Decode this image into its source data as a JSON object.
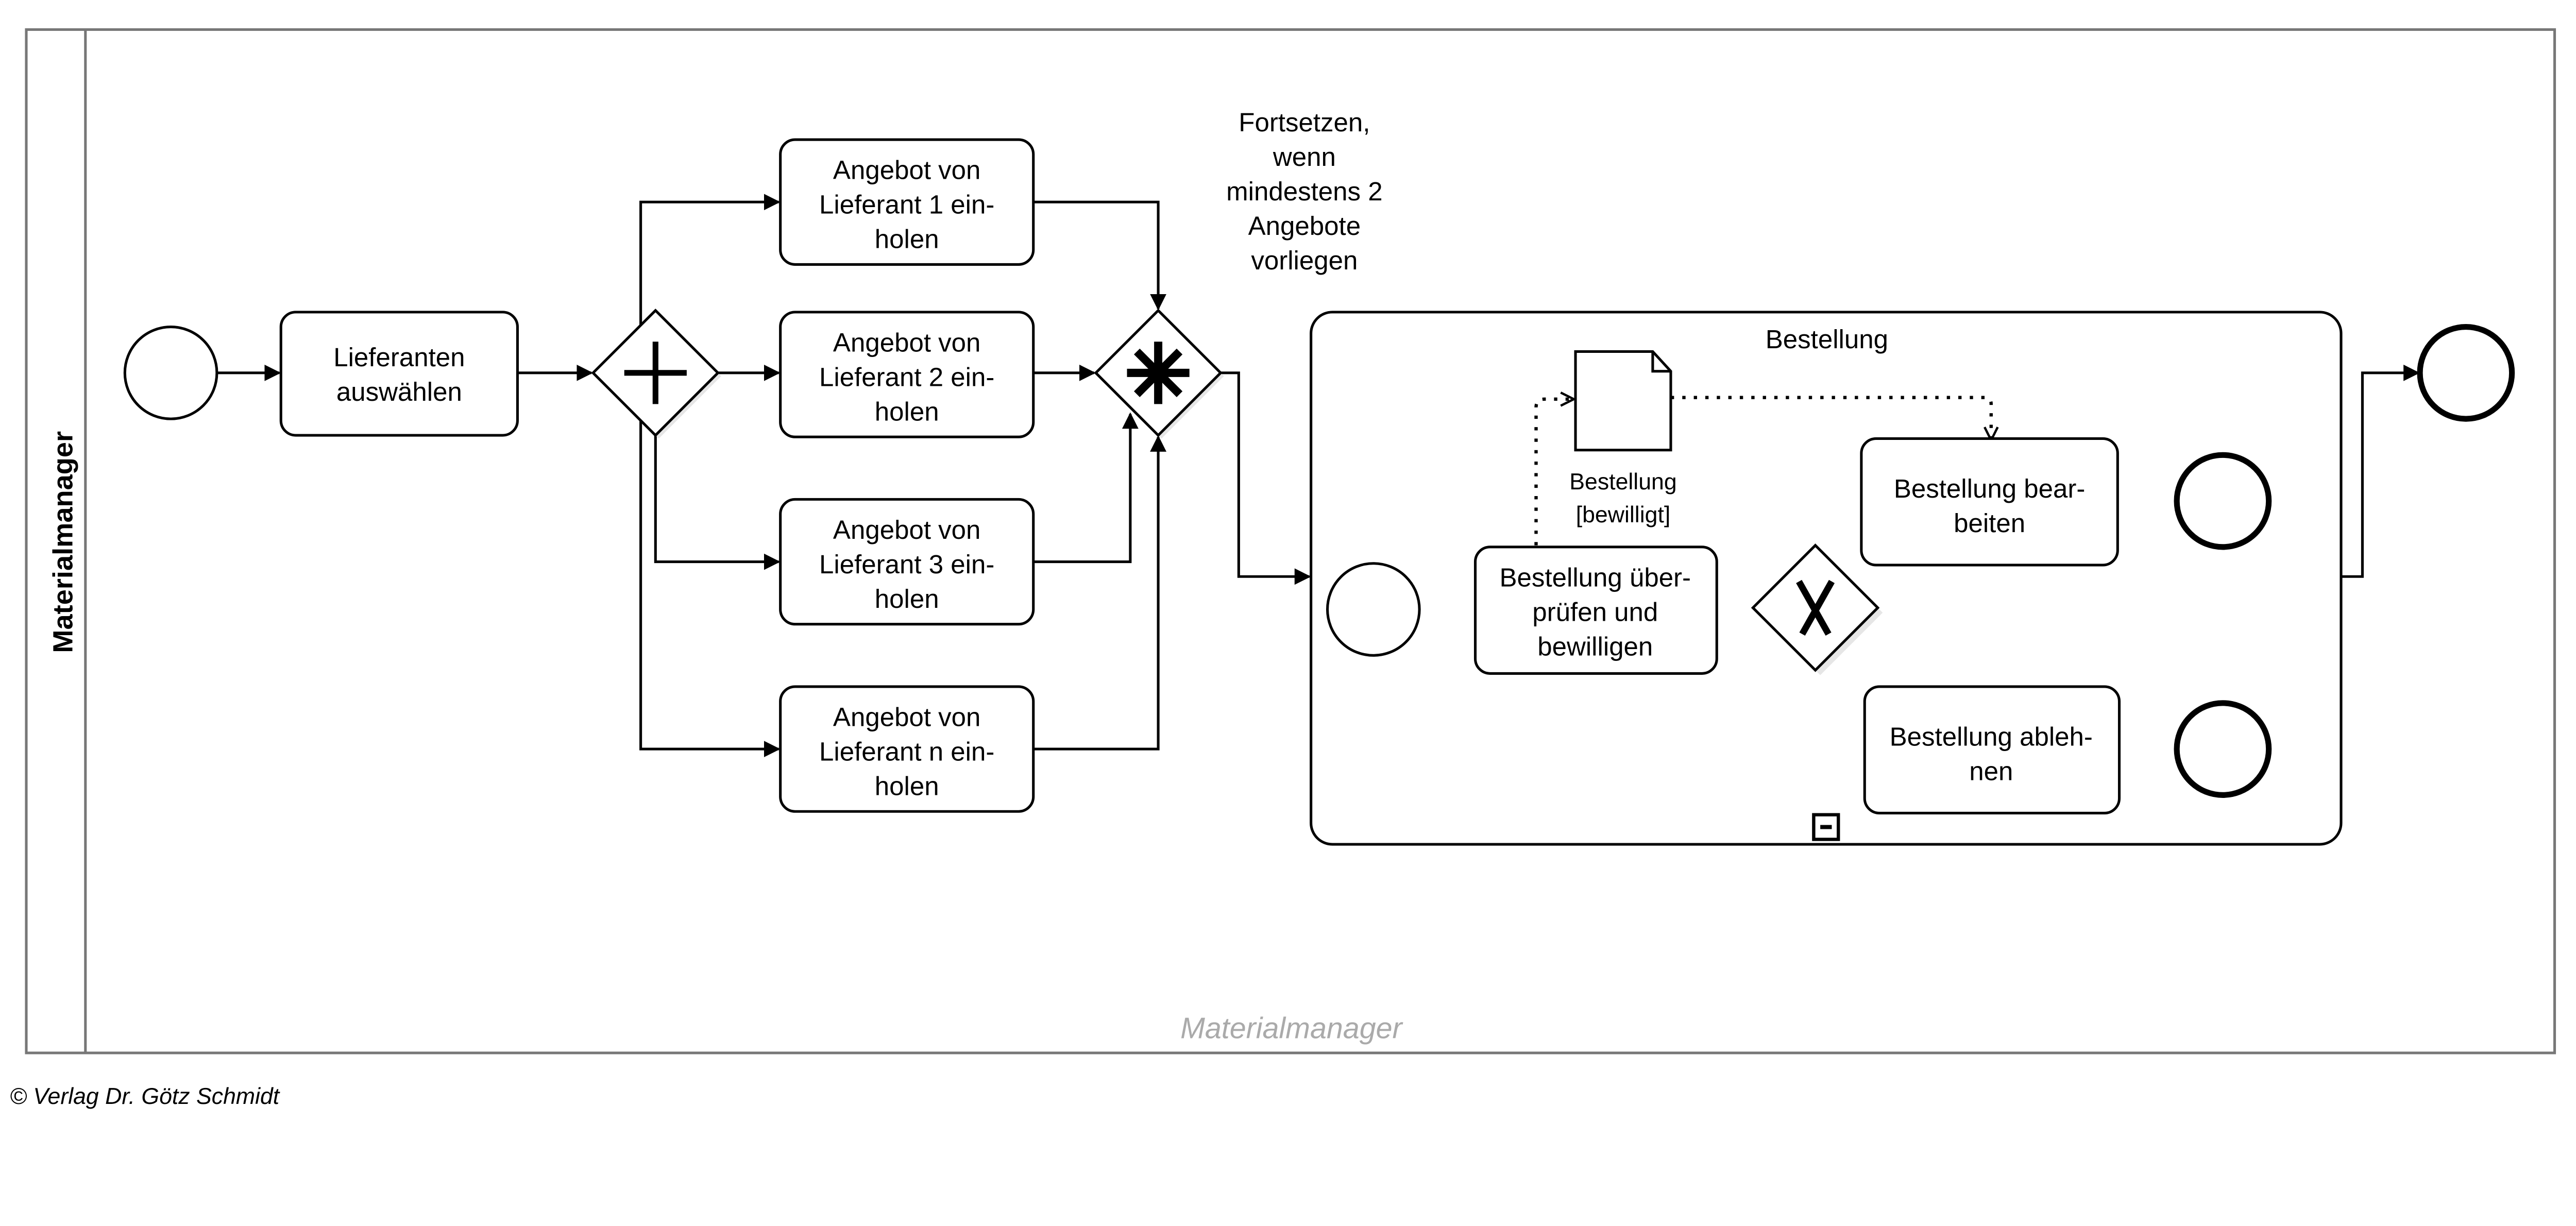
{
  "pool": {
    "lane_label": "Materialmanager",
    "watermark": "Materialmanager"
  },
  "footer": "© Verlag Dr. Götz Schmidt",
  "tasks": {
    "select": [
      "Lieferanten",
      "auswählen"
    ],
    "offer1": [
      "Angebot von",
      "Lieferant 1 ein-",
      "holen"
    ],
    "offer2": [
      "Angebot von",
      "Lieferant 2 ein-",
      "holen"
    ],
    "offer3": [
      "Angebot von",
      "Lieferant 3 ein-",
      "holen"
    ],
    "offern": [
      "Angebot von",
      "Lieferant n ein-",
      "holen"
    ]
  },
  "annotation": [
    "Fortsetzen,",
    "wenn",
    "mindestens 2",
    "Angebote",
    "vorliegen"
  ],
  "subprocess": {
    "title": "Bestellung",
    "check_task": [
      "Bestellung über-",
      "prüfen und",
      "bewilligen"
    ],
    "process_task": [
      "Bestellung bear-",
      "beiten"
    ],
    "reject_task": [
      "Bestellung ableh-",
      "nen"
    ],
    "data_object": [
      "Bestellung",
      "[bewilligt]"
    ]
  },
  "gateways": {
    "split": "parallel",
    "join": "complex",
    "decision": "exclusive"
  },
  "colors": {
    "lane_border": "#777777",
    "watermark": "#aaaaaa"
  }
}
